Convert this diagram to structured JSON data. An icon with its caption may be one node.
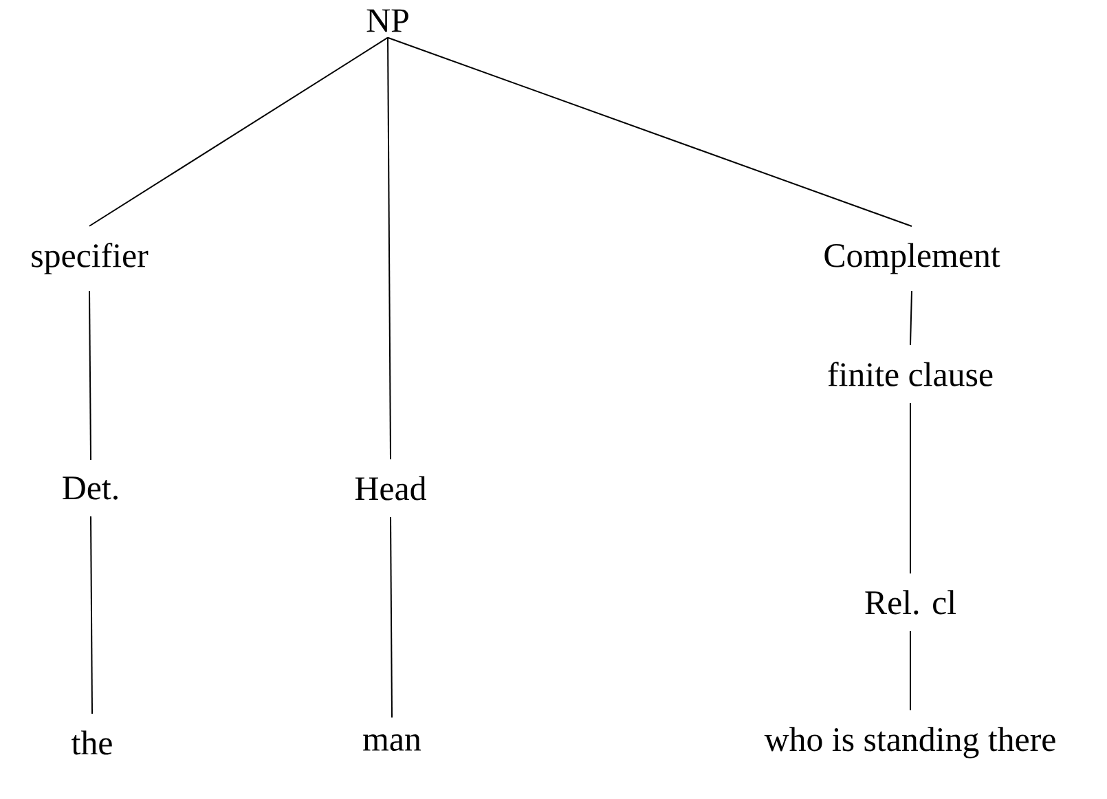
{
  "diagram": {
    "nodes": [
      {
        "text": [
          "NP"
        ]
      },
      {
        "text": [
          "specifier"
        ]
      },
      {
        "text": [
          "Head"
        ]
      },
      {
        "text": [
          "Complement"
        ]
      },
      {
        "text": [
          "Det."
        ]
      },
      {
        "text": [
          "finite clause"
        ]
      },
      {
        "text": [
          "Rel. cl"
        ]
      },
      {
        "text": [
          "the"
        ]
      },
      {
        "text": [
          "man"
        ]
      },
      {
        "text": [
          "who is standing there"
        ]
      }
    ],
    "edges": [
      {
        "from": 0,
        "to": 1,
        "arrow": "none"
      },
      {
        "from": 0,
        "to": 2,
        "arrow": "none"
      },
      {
        "from": 0,
        "to": 3,
        "arrow": "none"
      },
      {
        "from": 1,
        "to": 4,
        "arrow": "none"
      },
      {
        "from": 4,
        "to": 7,
        "arrow": "none"
      },
      {
        "from": 2,
        "to": 8,
        "arrow": "none"
      },
      {
        "from": 3,
        "to": 5,
        "arrow": "none"
      },
      {
        "from": 5,
        "to": 6,
        "arrow": "none"
      },
      {
        "from": 6,
        "to": 9,
        "arrow": "none"
      }
    ]
  }
}
